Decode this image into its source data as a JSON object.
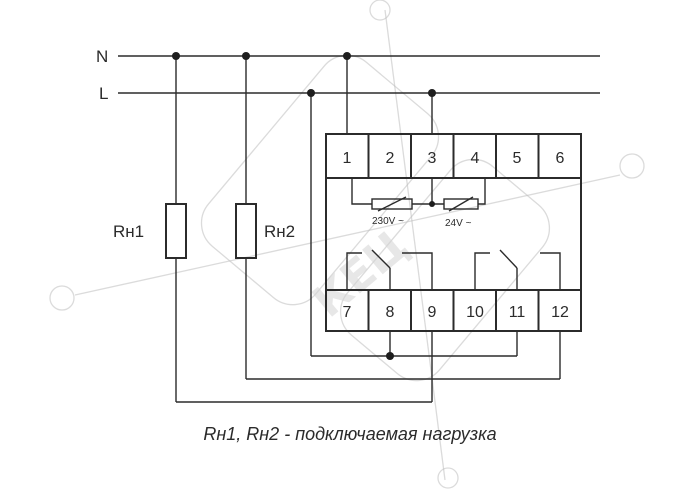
{
  "diagram": {
    "lines": {
      "neutral": "N",
      "live": "L"
    },
    "loads": {
      "load1": "Rн1",
      "load2": "Rн2"
    },
    "terminals_top": [
      "1",
      "2",
      "3",
      "4",
      "5",
      "6"
    ],
    "terminals_bottom": [
      "7",
      "8",
      "9",
      "10",
      "11",
      "12"
    ],
    "supply_labels": {
      "ac230": "230V ~",
      "ac24": "24V ~"
    },
    "watermark": "КЕЦ",
    "caption": "Rн1, Rн2 - подключаемая нагрузка"
  }
}
